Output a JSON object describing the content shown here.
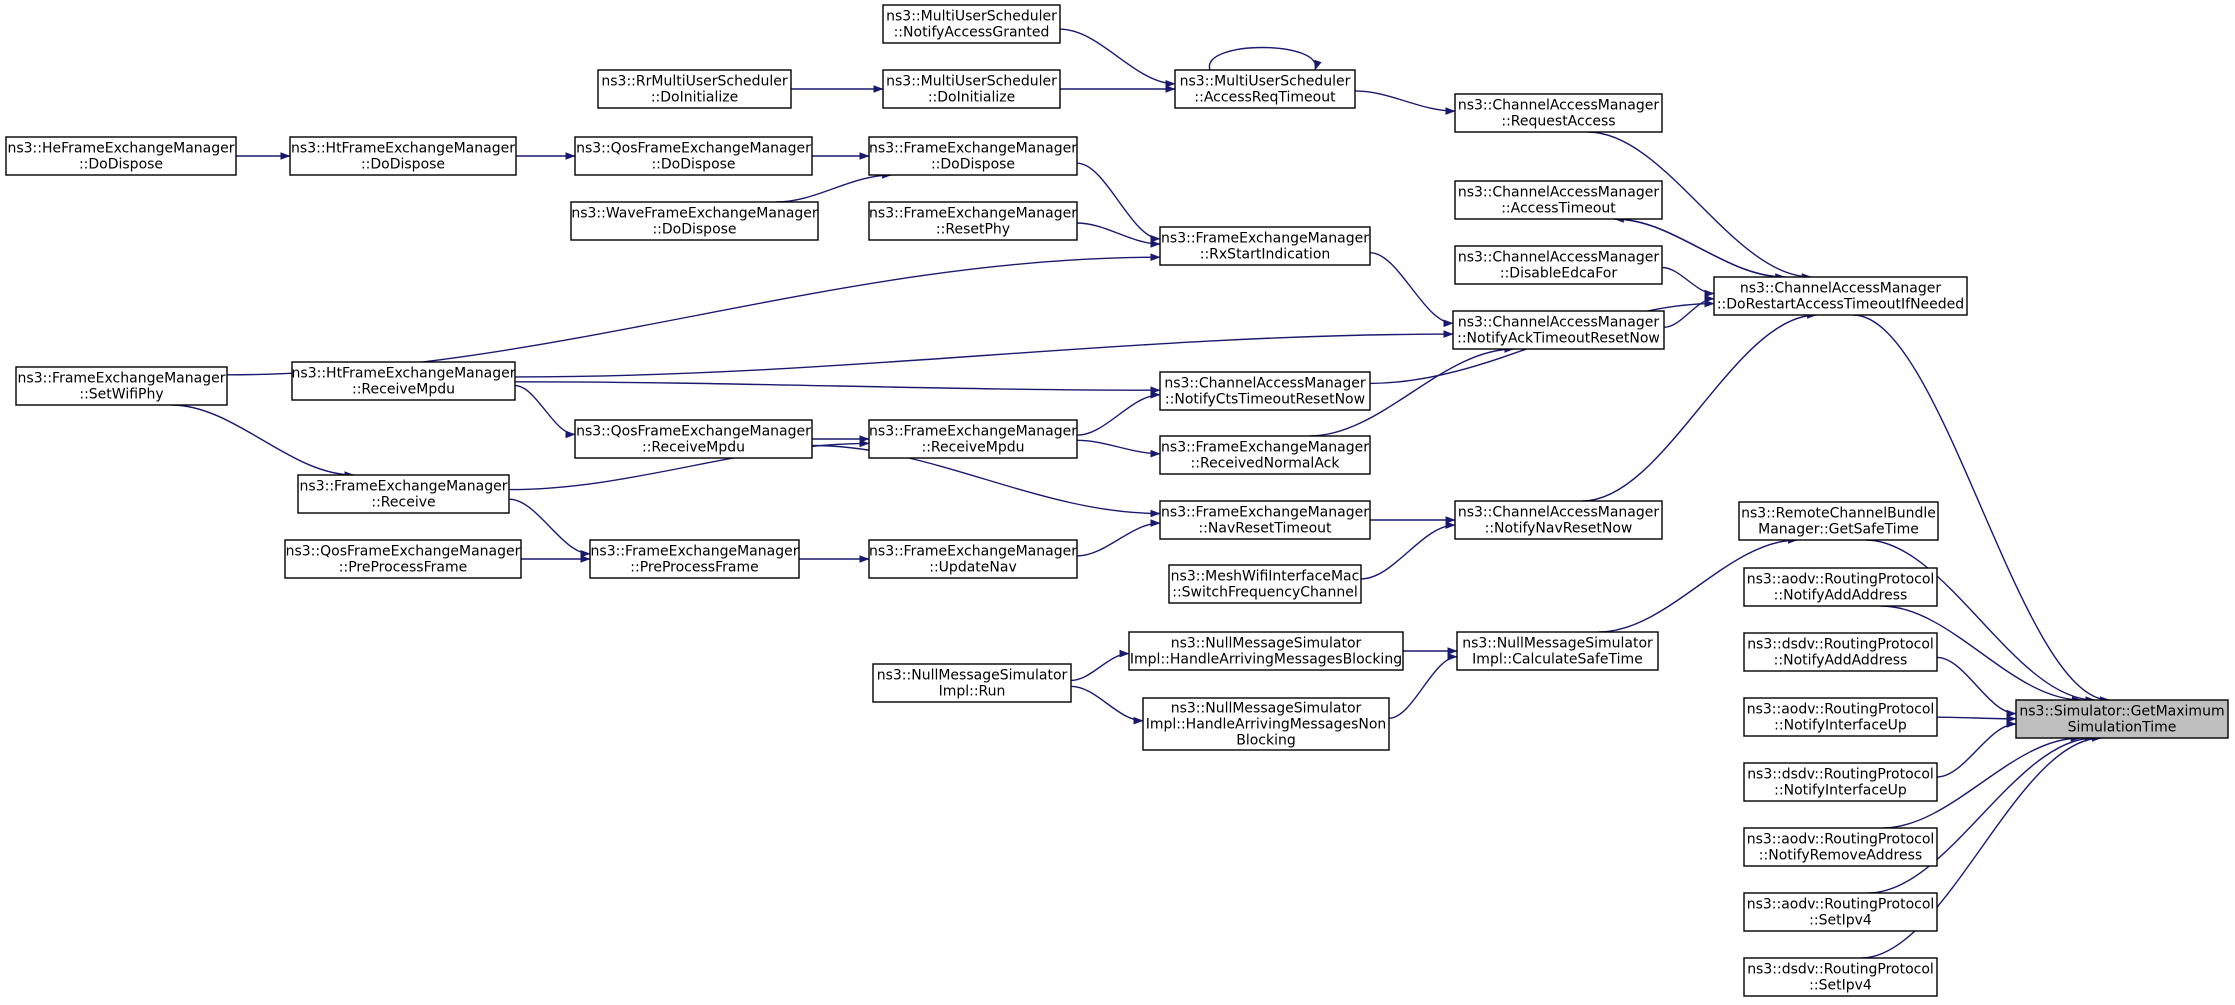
{
  "colors": {
    "edge": "#191970",
    "node_fill": "#ffffff",
    "node_border": "#000000",
    "highlight_fill": "#bfbfbf"
  },
  "nodes": [
    {
      "id": "n_target",
      "lines": [
        "ns3::Simulator::GetMaximum",
        "SimulationTime"
      ],
      "highlight": true
    },
    {
      "id": "n_mus_nag",
      "lines": [
        "ns3::MultiUserScheduler",
        "::NotifyAccessGranted"
      ]
    },
    {
      "id": "n_rr_init",
      "lines": [
        "ns3::RrMultiUserScheduler",
        "::DoInitialize"
      ]
    },
    {
      "id": "n_mus_init",
      "lines": [
        "ns3::MultiUserScheduler",
        "::DoInitialize"
      ]
    },
    {
      "id": "n_mus_art",
      "lines": [
        "ns3::MultiUserScheduler",
        "::AccessReqTimeout"
      ]
    },
    {
      "id": "n_cam_req",
      "lines": [
        "ns3::ChannelAccessManager",
        "::RequestAccess"
      ]
    },
    {
      "id": "n_he_disp",
      "lines": [
        "ns3::HeFrameExchangeManager",
        "::DoDispose"
      ]
    },
    {
      "id": "n_ht_disp",
      "lines": [
        "ns3::HtFrameExchangeManager",
        "::DoDispose"
      ]
    },
    {
      "id": "n_qos_disp",
      "lines": [
        "ns3::QosFrameExchangeManager",
        "::DoDispose"
      ]
    },
    {
      "id": "n_fem_disp",
      "lines": [
        "ns3::FrameExchangeManager",
        "::DoDispose"
      ]
    },
    {
      "id": "n_wave_disp",
      "lines": [
        "ns3::WaveFrameExchangeManager",
        "::DoDispose"
      ]
    },
    {
      "id": "n_fem_rphy",
      "lines": [
        "ns3::FrameExchangeManager",
        "::ResetPhy"
      ]
    },
    {
      "id": "n_fem_rxs",
      "lines": [
        "ns3::FrameExchangeManager",
        "::RxStartIndication"
      ]
    },
    {
      "id": "n_cam_at",
      "lines": [
        "ns3::ChannelAccessManager",
        "::AccessTimeout"
      ]
    },
    {
      "id": "n_cam_dis",
      "lines": [
        "ns3::ChannelAccessManager",
        "::DisableEdcaFor"
      ]
    },
    {
      "id": "n_cam_dorest",
      "lines": [
        "ns3::ChannelAccessManager",
        "::DoRestartAccessTimeoutIfNeeded"
      ]
    },
    {
      "id": "n_cam_nack",
      "lines": [
        "ns3::ChannelAccessManager",
        "::NotifyAckTimeoutResetNow"
      ]
    },
    {
      "id": "n_fem_swp",
      "lines": [
        "ns3::FrameExchangeManager",
        "::SetWifiPhy"
      ]
    },
    {
      "id": "n_ht_rmpdu",
      "lines": [
        "ns3::HtFrameExchangeManager",
        "::ReceiveMpdu"
      ]
    },
    {
      "id": "n_cam_ncts",
      "lines": [
        "ns3::ChannelAccessManager",
        "::NotifyCtsTimeoutResetNow"
      ]
    },
    {
      "id": "n_qos_rmpdu",
      "lines": [
        "ns3::QosFrameExchangeManager",
        "::ReceiveMpdu"
      ]
    },
    {
      "id": "n_fem_rmpdu",
      "lines": [
        "ns3::FrameExchangeManager",
        "::ReceiveMpdu"
      ]
    },
    {
      "id": "n_fem_rna",
      "lines": [
        "ns3::FrameExchangeManager",
        "::ReceivedNormalAck"
      ]
    },
    {
      "id": "n_fem_recv",
      "lines": [
        "ns3::FrameExchangeManager",
        "::Receive"
      ]
    },
    {
      "id": "n_fem_nrt",
      "lines": [
        "ns3::FrameExchangeManager",
        "::NavResetTimeout"
      ]
    },
    {
      "id": "n_cam_nnav",
      "lines": [
        "ns3::ChannelAccessManager",
        "::NotifyNavResetNow"
      ]
    },
    {
      "id": "n_rcb",
      "lines": [
        "ns3::RemoteChannelBundle",
        "Manager::GetSafeTime"
      ]
    },
    {
      "id": "n_qos_ppf",
      "lines": [
        "ns3::QosFrameExchangeManager",
        "::PreProcessFrame"
      ]
    },
    {
      "id": "n_fem_ppf",
      "lines": [
        "ns3::FrameExchangeManager",
        "::PreProcessFrame"
      ]
    },
    {
      "id": "n_fem_unav",
      "lines": [
        "ns3::FrameExchangeManager",
        "::UpdateNav"
      ]
    },
    {
      "id": "n_mesh",
      "lines": [
        "ns3::MeshWifiInterfaceMac",
        "::SwitchFrequencyChannel"
      ]
    },
    {
      "id": "n_aodv_naa",
      "lines": [
        "ns3::aodv::RoutingProtocol",
        "::NotifyAddAddress"
      ]
    },
    {
      "id": "n_dsdv_naa",
      "lines": [
        "ns3::dsdv::RoutingProtocol",
        "::NotifyAddAddress"
      ]
    },
    {
      "id": "n_nms_hamb",
      "lines": [
        "ns3::NullMessageSimulator",
        "Impl::HandleArrivingMessagesBlocking"
      ]
    },
    {
      "id": "n_nms_cst",
      "lines": [
        "ns3::NullMessageSimulator",
        "Impl::CalculateSafeTime"
      ]
    },
    {
      "id": "n_nms_run",
      "lines": [
        "ns3::NullMessageSimulator",
        "Impl::Run"
      ]
    },
    {
      "id": "n_nms_hamnb",
      "lines": [
        "ns3::NullMessageSimulator",
        "Impl::HandleArrivingMessagesNon",
        "Blocking"
      ]
    },
    {
      "id": "n_aodv_niu",
      "lines": [
        "ns3::aodv::RoutingProtocol",
        "::NotifyInterfaceUp"
      ]
    },
    {
      "id": "n_dsdv_niu",
      "lines": [
        "ns3::dsdv::RoutingProtocol",
        "::NotifyInterfaceUp"
      ]
    },
    {
      "id": "n_aodv_nra",
      "lines": [
        "ns3::aodv::RoutingProtocol",
        "::NotifyRemoveAddress"
      ]
    },
    {
      "id": "n_aodv_sip",
      "lines": [
        "ns3::aodv::RoutingProtocol",
        "::SetIpv4"
      ]
    },
    {
      "id": "n_dsdv_sip",
      "lines": [
        "ns3::dsdv::RoutingProtocol",
        "::SetIpv4"
      ]
    }
  ],
  "edges": [
    {
      "from": "n_cam_dorest",
      "to": "n_target"
    },
    {
      "from": "n_rcb",
      "to": "n_target"
    },
    {
      "from": "n_aodv_naa",
      "to": "n_target"
    },
    {
      "from": "n_dsdv_naa",
      "to": "n_target"
    },
    {
      "from": "n_aodv_niu",
      "to": "n_target"
    },
    {
      "from": "n_dsdv_niu",
      "to": "n_target"
    },
    {
      "from": "n_aodv_nra",
      "to": "n_target"
    },
    {
      "from": "n_aodv_sip",
      "to": "n_target"
    },
    {
      "from": "n_dsdv_sip",
      "to": "n_target"
    },
    {
      "from": "n_cam_req",
      "to": "n_cam_dorest"
    },
    {
      "from": "n_cam_at",
      "to": "n_cam_dorest"
    },
    {
      "from": "n_cam_dorest",
      "to": "n_cam_at"
    },
    {
      "from": "n_cam_dis",
      "to": "n_cam_dorest"
    },
    {
      "from": "n_cam_nack",
      "to": "n_cam_dorest"
    },
    {
      "from": "n_cam_ncts",
      "to": "n_cam_dorest"
    },
    {
      "from": "n_cam_nnav",
      "to": "n_cam_dorest"
    },
    {
      "from": "n_mus_art",
      "to": "n_cam_req"
    },
    {
      "from": "n_mus_art",
      "to": "n_mus_art"
    },
    {
      "from": "n_mus_nag",
      "to": "n_mus_art"
    },
    {
      "from": "n_mus_init",
      "to": "n_mus_art"
    },
    {
      "from": "n_rr_init",
      "to": "n_mus_init"
    },
    {
      "from": "n_he_disp",
      "to": "n_ht_disp"
    },
    {
      "from": "n_ht_disp",
      "to": "n_qos_disp"
    },
    {
      "from": "n_qos_disp",
      "to": "n_fem_disp"
    },
    {
      "from": "n_wave_disp",
      "to": "n_fem_disp"
    },
    {
      "from": "n_fem_disp",
      "to": "n_fem_rxs"
    },
    {
      "from": "n_fem_rphy",
      "to": "n_fem_rxs"
    },
    {
      "from": "n_fem_swp",
      "to": "n_fem_rxs"
    },
    {
      "from": "n_fem_rxs",
      "to": "n_cam_nack"
    },
    {
      "from": "n_ht_rmpdu",
      "to": "n_cam_nack"
    },
    {
      "from": "n_fem_rna",
      "to": "n_cam_nack"
    },
    {
      "from": "n_ht_rmpdu",
      "to": "n_cam_ncts"
    },
    {
      "from": "n_fem_rmpdu",
      "to": "n_cam_ncts"
    },
    {
      "from": "n_ht_rmpdu",
      "to": "n_qos_rmpdu"
    },
    {
      "from": "n_qos_rmpdu",
      "to": "n_fem_rmpdu"
    },
    {
      "from": "n_fem_recv",
      "to": "n_fem_rmpdu"
    },
    {
      "from": "n_fem_rmpdu",
      "to": "n_fem_rna"
    },
    {
      "from": "n_fem_swp",
      "to": "n_fem_recv"
    },
    {
      "from": "n_qos_rmpdu",
      "to": "n_fem_nrt"
    },
    {
      "from": "n_fem_recv",
      "to": "n_fem_ppf"
    },
    {
      "from": "n_fem_unav",
      "to": "n_fem_nrt"
    },
    {
      "from": "n_fem_nrt",
      "to": "n_cam_nnav"
    },
    {
      "from": "n_mesh",
      "to": "n_cam_nnav"
    },
    {
      "from": "n_qos_ppf",
      "to": "n_fem_ppf"
    },
    {
      "from": "n_fem_ppf",
      "to": "n_fem_unav"
    },
    {
      "from": "n_nms_cst",
      "to": "n_rcb"
    },
    {
      "from": "n_nms_hamb",
      "to": "n_nms_cst"
    },
    {
      "from": "n_nms_hamnb",
      "to": "n_nms_cst"
    },
    {
      "from": "n_nms_run",
      "to": "n_nms_hamb"
    },
    {
      "from": "n_nms_run",
      "to": "n_nms_hamnb"
    }
  ]
}
